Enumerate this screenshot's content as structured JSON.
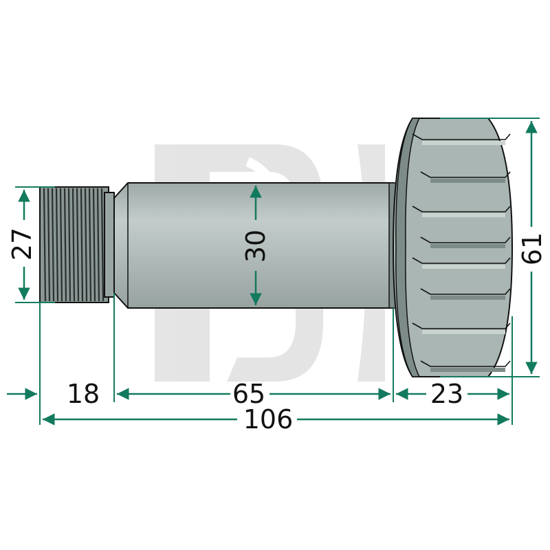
{
  "colors": {
    "dimension_line": "#127a5e",
    "part_fill": "#a9b6b3",
    "part_dark": "#7d8c89",
    "part_light": "#c9d3d0",
    "outline": "#111111",
    "watermark": "#cfcfcf"
  },
  "dimensions": {
    "thread_diameter": "27",
    "shaft_diameter": "30",
    "head_diameter": "61",
    "thread_length": "18",
    "shaft_length": "65",
    "head_length": "23",
    "total_length": "106"
  },
  "watermark": {
    "icon": "logo-watermark-icon"
  }
}
